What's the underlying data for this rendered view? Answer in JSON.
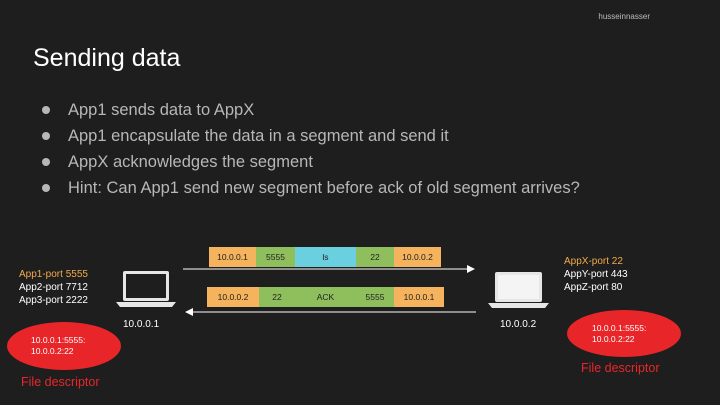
{
  "author": "husseinnasser",
  "title": "Sending data",
  "bullets": [
    "App1 sends data to AppX",
    "App1 encapsulate the data in a segment and send it",
    "AppX acknowledges the segment",
    "Hint: Can App1 send new segment before ack of old segment arrives?"
  ],
  "segment_out": [
    "10.0.0.1",
    "5555",
    "ls",
    "22",
    "10.0.0.2"
  ],
  "segment_ack": [
    "10.0.0.2",
    "22",
    "ACK",
    "5555",
    "10.0.0.1"
  ],
  "left_host": {
    "ports": [
      "App1-port 5555",
      "App2-port 7712",
      "App3-port 2222"
    ],
    "ip": "10.0.0.1",
    "fd": [
      "10.0.0.1:5555:",
      "10.0.0.2:22"
    ],
    "fd_label": "File descriptor"
  },
  "right_host": {
    "ports": [
      "AppX-port 22",
      "AppY-port 443",
      "AppZ-port 80"
    ],
    "ip": "10.0.0.2",
    "fd": [
      "10.0.0.1:5555:",
      "10.0.0.2:22"
    ],
    "fd_label": "File descriptor"
  },
  "colors": {
    "orange": "#f4b35c",
    "green": "#8fbf5c",
    "blue": "#6ad0e0",
    "red": "#e8262a",
    "highlight": "#f4a94b"
  },
  "icons": [
    "laptop-icon",
    "laptop-icon"
  ]
}
